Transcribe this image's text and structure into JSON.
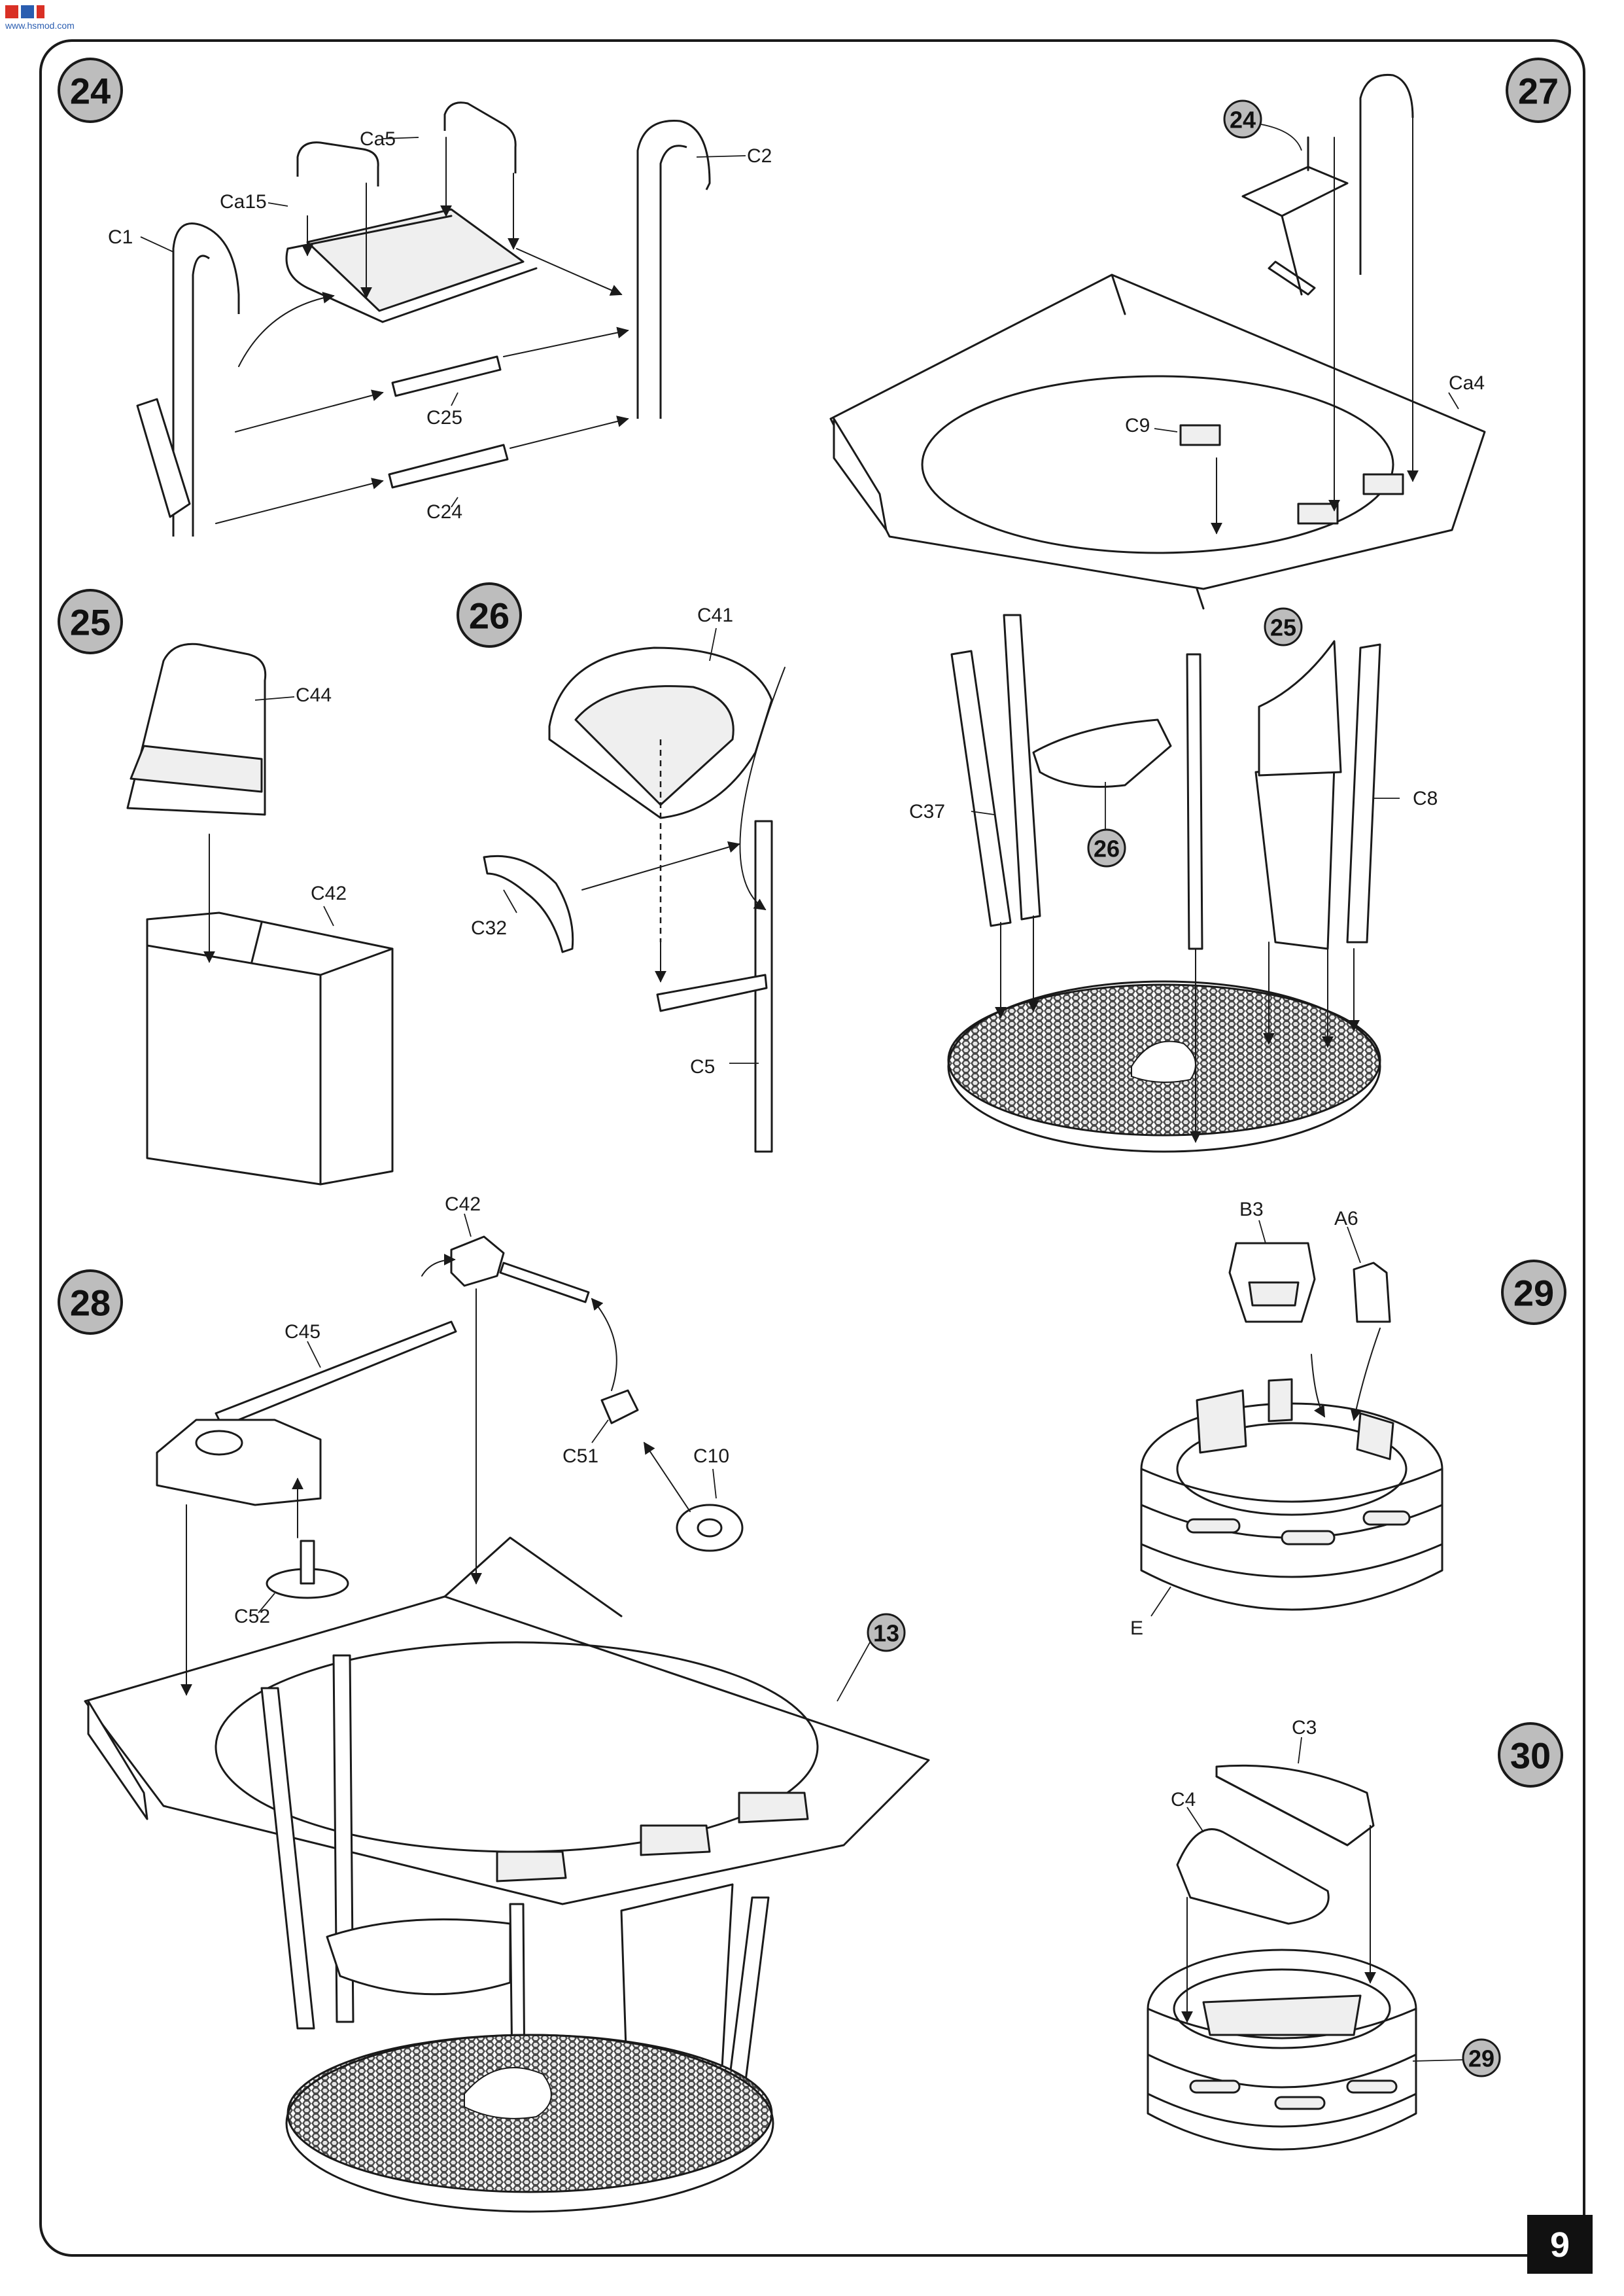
{
  "watermark": {
    "text": "www.hsmod.com",
    "logo": "hsmod-logo"
  },
  "page_number": "9",
  "steps": [
    {
      "number": "24",
      "parts": [
        "Ca5",
        "C2",
        "Ca15",
        "C1",
        "C25",
        "C24"
      ]
    },
    {
      "number": "25",
      "parts": [
        "C44",
        "C42"
      ]
    },
    {
      "number": "26",
      "parts": [
        "C41",
        "C32",
        "C5"
      ]
    },
    {
      "number": "27",
      "sub_refs": [
        "24",
        "25",
        "26"
      ],
      "parts": [
        "Ca4",
        "C9",
        "C37",
        "C8"
      ]
    },
    {
      "number": "28",
      "sub_refs": [
        "13"
      ],
      "parts": [
        "C42",
        "C45",
        "C51",
        "C10",
        "C52"
      ]
    },
    {
      "number": "29",
      "parts": [
        "B3",
        "A6",
        "E"
      ]
    },
    {
      "number": "30",
      "sub_refs": [
        "29"
      ],
      "parts": [
        "C3",
        "C4"
      ]
    }
  ],
  "colors": {
    "line": "#1a1a1a",
    "badge_fill": "#bdbdbd",
    "page_box": "#111111"
  }
}
